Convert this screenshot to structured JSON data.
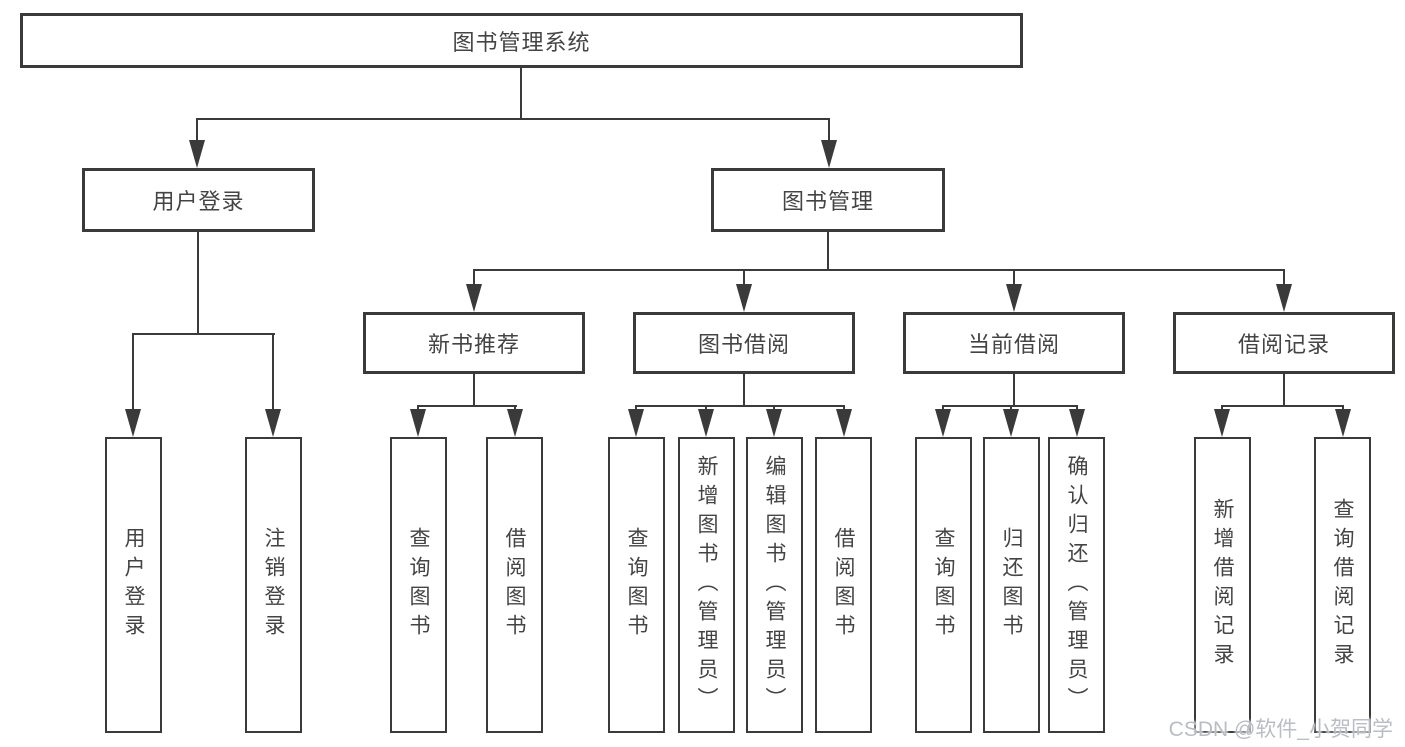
{
  "diagram": {
    "root": "图书管理系统",
    "level2": [
      "用户登录",
      "图书管理"
    ],
    "level3": [
      "新书推荐",
      "图书借阅",
      "当前借阅",
      "借阅记录"
    ],
    "leaves": {
      "user_login": [
        "用户登录",
        "注销登录"
      ],
      "new_books": [
        "查询图书",
        "借阅图书"
      ],
      "book_borrow": [
        "查询图书",
        "新增图书（管理员）",
        "编辑图书（管理员）",
        "借阅图书"
      ],
      "current_borrow": [
        "查询图书",
        "归还图书",
        "确认归还（管理员）"
      ],
      "borrow_records": [
        "新增借阅记录",
        "查询借阅记录"
      ]
    }
  },
  "watermark": "CSDN @软件_小贺同学",
  "colors": {
    "line": "#3a3a3a",
    "text": "#444444",
    "watermark": "#b9bdc4",
    "background": "#ffffff"
  }
}
